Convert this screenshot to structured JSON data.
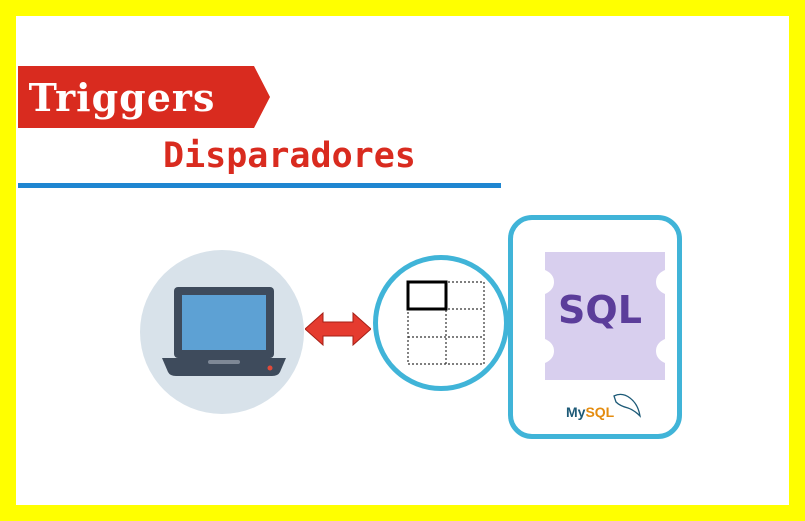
{
  "title": "Triggers",
  "subtitle": "Disparadores",
  "sql_label": "SQL",
  "mysql_logo": {
    "my": "My",
    "sql": "SQL"
  },
  "colors": {
    "frame_border": "#ffff00",
    "title_banner": "#d92b1f",
    "subtitle_text": "#d92b1f",
    "underline": "#1f86d1",
    "circle_border": "#40b4d8",
    "laptop_bg": "#d8e2ea",
    "sql_block": "#d8cfee",
    "sql_text": "#5b3d9a"
  },
  "icons": [
    "laptop-icon",
    "double-arrow-icon",
    "table-icon",
    "sql-icon",
    "mysql-logo"
  ]
}
